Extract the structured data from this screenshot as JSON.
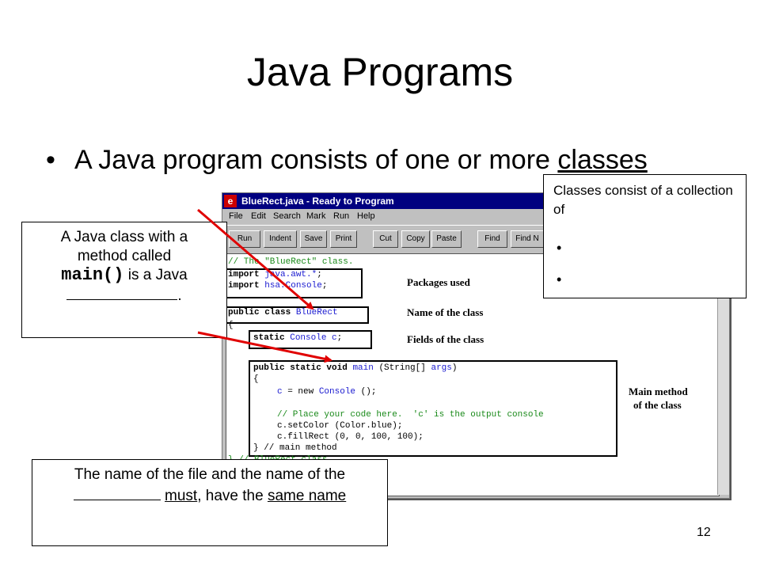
{
  "slide": {
    "title": "Java Programs",
    "bullet": {
      "text_before": "A Java program consists of one or more ",
      "underlined_word": "classes"
    },
    "page_number": "12"
  },
  "callouts": {
    "class_def": {
      "line1": "A Java class with a",
      "line2": "method called",
      "code": "main()",
      "after_code": " is a Java",
      "after_blank": "."
    },
    "classes_consist": {
      "text": "Classes consist of a collection of",
      "bullet1": "•",
      "bullet2": "•"
    },
    "file_name": {
      "part1": "The name of the file and the name of the ",
      "must": "must",
      "part2": ", have the ",
      "same_name": "same name"
    }
  },
  "ide": {
    "window_title": "BlueRect.java - Ready to Program",
    "menu": [
      "File",
      "Edit",
      "Search",
      "Mark",
      "Run",
      "Help"
    ],
    "toolbar": [
      "Run",
      "Indent",
      "Save",
      "Print",
      "Cut",
      "Copy",
      "Paste",
      "Find",
      "Find N"
    ],
    "code": {
      "comment_line": "// The \"BlueRect\" class.",
      "import1_kw": "import",
      "import1_pkg": "java.awt.*",
      "import1_end": ";",
      "import2_kw": "import",
      "import2_pkg": "hsa.Console",
      "import2_end": ";",
      "class_kw": "public class",
      "class_name": "BlueRect",
      "brace_open": "{",
      "field_kw": "static",
      "field_type": "Console",
      "field_name": "c",
      "field_end": ";",
      "main_kw": "public static void",
      "main_name": "main",
      "main_params": "(String[]",
      "main_args": "args",
      "main_paren": ")",
      "main_brace": "{",
      "line_new_c": "c",
      "line_new_rest": " = new ",
      "line_new_type": "Console",
      "line_new_end": " ();",
      "comment2": "// Place your code here.  'c' is the output console",
      "setcolor": "c.setColor (Color.blue);",
      "fillrect": "c.fillRect (0, 0, 100, 100);",
      "main_close": "} // main method",
      "class_close": "} // BlueRect class"
    },
    "labels": {
      "packages": "Packages used",
      "class_name": "Name of the class",
      "fields": "Fields of the class",
      "main_method_1": "Main method",
      "main_method_2": "of the class"
    }
  },
  "colors": {
    "arrow": "#e00000",
    "keyword_blue": "#1a1ad0",
    "comment_green": "#1a8a1a",
    "titlebar": "#000080"
  }
}
